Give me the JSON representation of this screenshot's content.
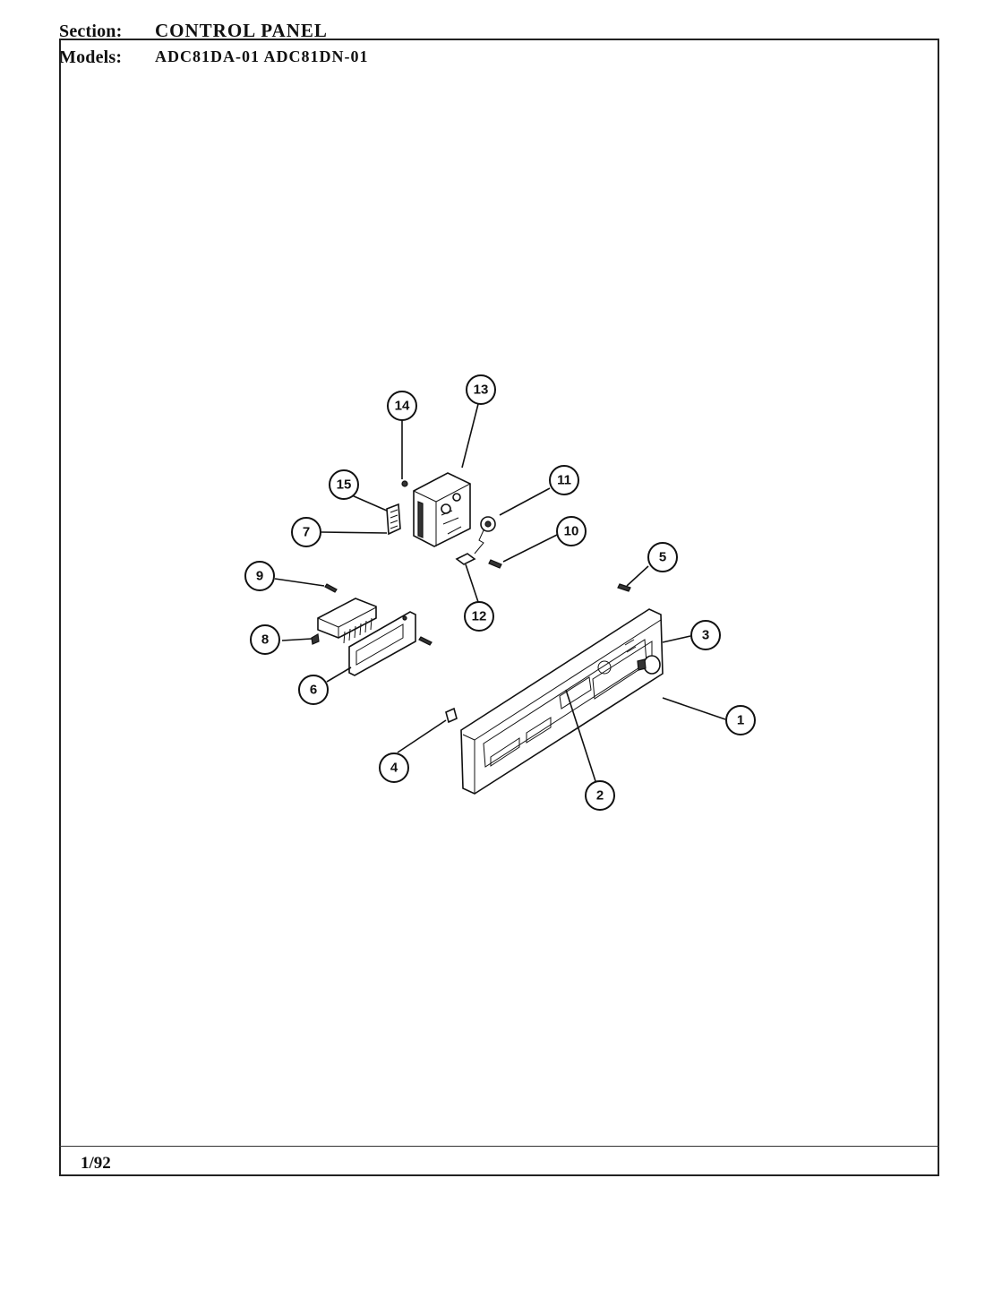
{
  "header": {
    "section_label": "Section:",
    "section_value": "CONTROL PANEL",
    "models_label": "Models:",
    "models_value": "ADC81DA-01  ADC81DN-01"
  },
  "footer": {
    "date": "1/92"
  },
  "callouts": [
    {
      "id": "1",
      "label": "1"
    },
    {
      "id": "2",
      "label": "2"
    },
    {
      "id": "3",
      "label": "3"
    },
    {
      "id": "4",
      "label": "4"
    },
    {
      "id": "5",
      "label": "5"
    },
    {
      "id": "6",
      "label": "6"
    },
    {
      "id": "7",
      "label": "7"
    },
    {
      "id": "8",
      "label": "8"
    },
    {
      "id": "9",
      "label": "9"
    },
    {
      "id": "10",
      "label": "10"
    },
    {
      "id": "11",
      "label": "11"
    },
    {
      "id": "12",
      "label": "12"
    },
    {
      "id": "13",
      "label": "13"
    },
    {
      "id": "14",
      "label": "14"
    },
    {
      "id": "15",
      "label": "15"
    }
  ]
}
